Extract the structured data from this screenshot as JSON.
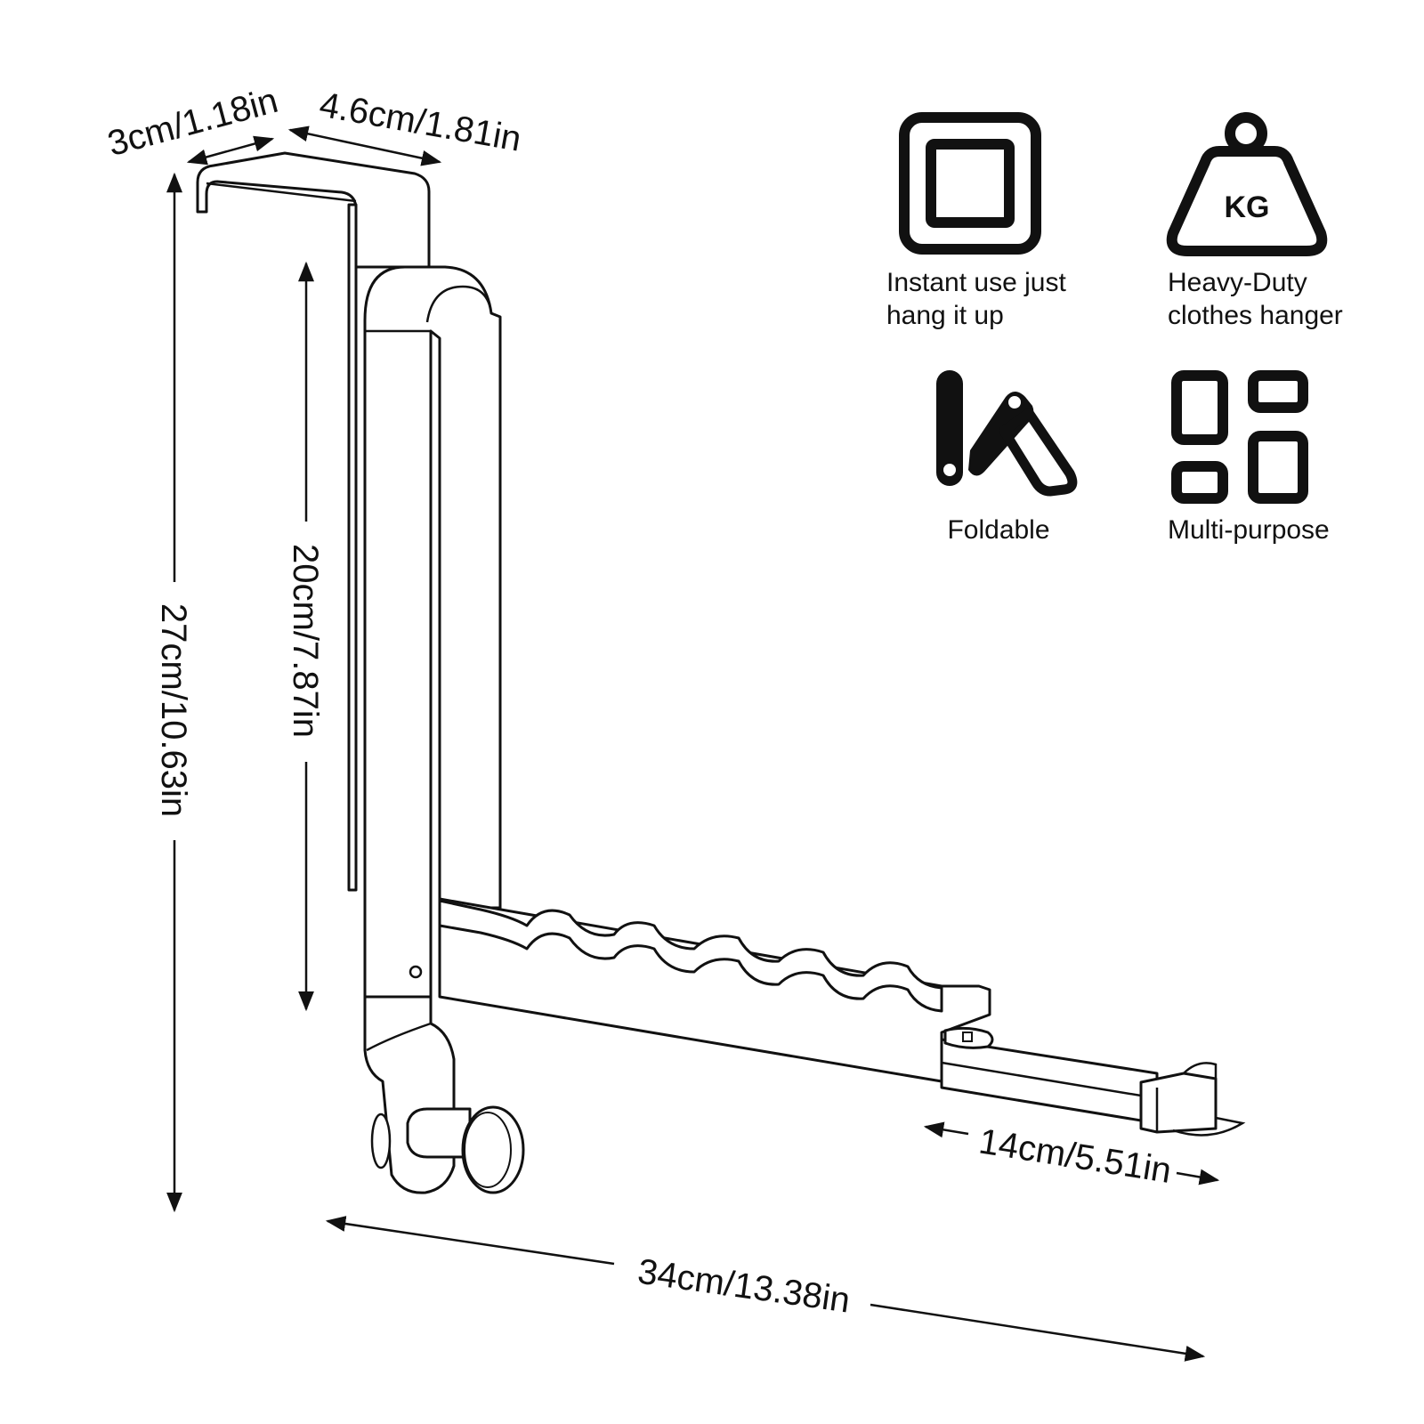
{
  "dimensions": {
    "hook_depth": "3cm/1.18in",
    "hook_width": "4.6cm/1.81in",
    "total_height": "27cm/10.63in",
    "upright_height": "20cm/7.87in",
    "extension_length": "14cm/5.51in",
    "total_length": "34cm/13.38in"
  },
  "features": [
    {
      "icon": "square-frame-icon",
      "label_lines": [
        "Instant use just",
        "hang it up"
      ]
    },
    {
      "icon": "kg-weight-icon",
      "icon_text": "KG",
      "label_lines": [
        "Heavy-Duty",
        "clothes hanger"
      ]
    },
    {
      "icon": "fold-icon",
      "label_lines": [
        "Foldable"
      ]
    },
    {
      "icon": "grid-icon",
      "label_lines": [
        "Multi-purpose"
      ]
    }
  ]
}
